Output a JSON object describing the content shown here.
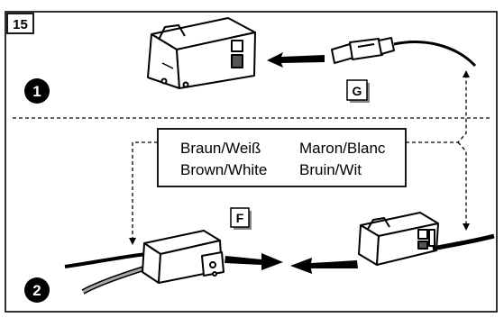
{
  "figure": {
    "number": "15",
    "steps": [
      "1",
      "2"
    ],
    "callouts": {
      "g": "G",
      "f": "F"
    },
    "color_legend": {
      "de": "Braun/Weiß",
      "en": "Brown/White",
      "fr": "Maron/Blanc",
      "nl": "Bruin/Wit"
    }
  },
  "colors": {
    "ink": "#000000",
    "paper": "#ffffff",
    "callout_shadow": "#888888",
    "wire_grey": "#a8a8a8"
  },
  "icons": [
    "connector-housing-icon",
    "blade-terminal-icon",
    "wire-icon",
    "arrow-icon"
  ]
}
